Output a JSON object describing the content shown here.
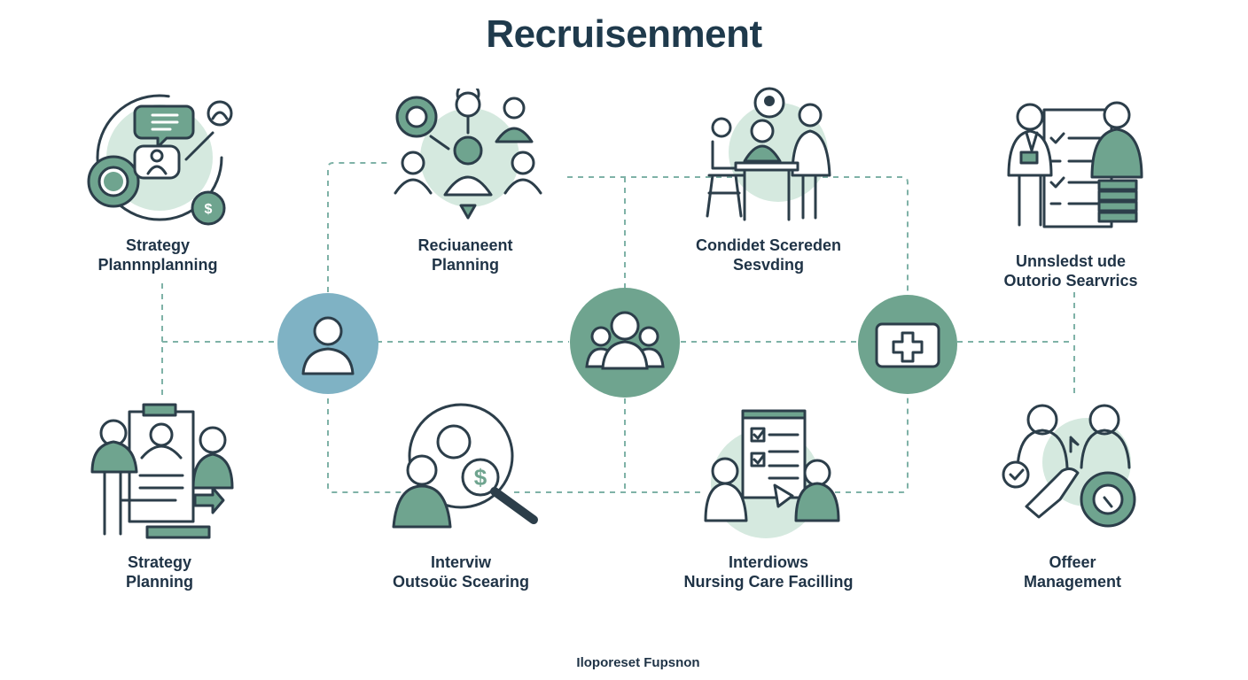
{
  "title": "Recruisenment",
  "footer": "Iloporeset Fupsnon",
  "colors": {
    "accent": "#6fa48f",
    "accent_pale": "#d5e9df",
    "hub_blue": "#7fb2c4",
    "text": "#1f3346",
    "line": "#7fb2a7"
  },
  "stages": [
    {
      "id": "strategy-top",
      "line1": "Strategy",
      "line2": "Plannnplanning",
      "icon": "strategy-gears-icon"
    },
    {
      "id": "recruitment-planning",
      "line1": "Reciuaneent",
      "line2": "Planning",
      "icon": "team-network-icon"
    },
    {
      "id": "candidate-screening",
      "line1": "Condidet Scereden",
      "line2": "Sesvding",
      "icon": "interview-desk-icon"
    },
    {
      "id": "outsource-services",
      "line1": "Unnsledst ude",
      "line2": "Outorio Searvrics",
      "icon": "checklist-people-icon"
    },
    {
      "id": "strategy-bottom",
      "line1": "Strategy",
      "line2": "Planning",
      "icon": "resume-candidates-icon"
    },
    {
      "id": "interview-sourcing",
      "line1": "Interviw",
      "line2": "Outsoüc Scearing",
      "icon": "magnifier-candidate-icon"
    },
    {
      "id": "nursing-care",
      "line1": "Interdiows",
      "line2": "Nursing Care Facilling",
      "icon": "checklist-board-icon"
    },
    {
      "id": "offer-management",
      "line1": "Offeer",
      "line2": "Management",
      "icon": "handshake-gear-icon"
    }
  ],
  "hubs": [
    {
      "id": "person-hub",
      "icon": "person-icon",
      "color": "#7fb2c4"
    },
    {
      "id": "group-hub",
      "icon": "group-icon",
      "color": "#6fa48f"
    },
    {
      "id": "medical-hub",
      "icon": "medical-cross-icon",
      "color": "#6fa48f"
    }
  ]
}
